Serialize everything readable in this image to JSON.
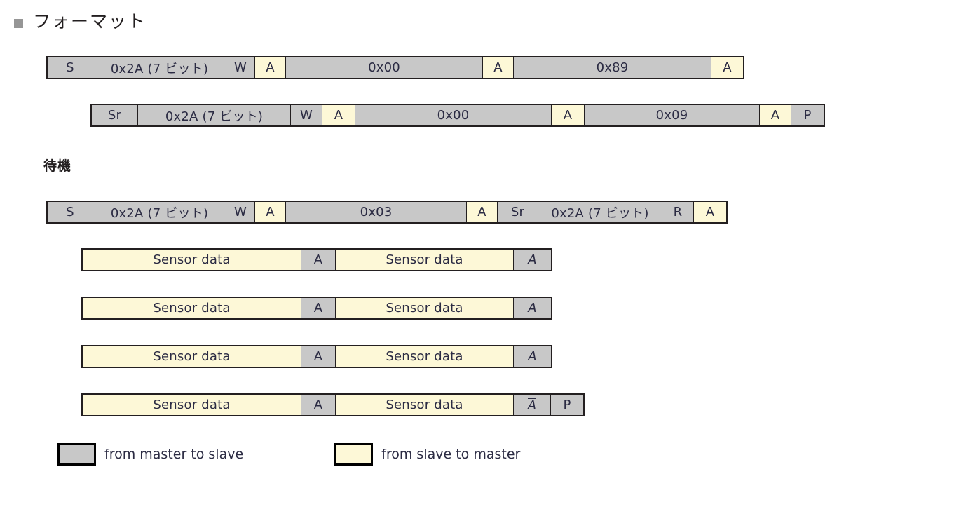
{
  "page": {
    "title": "フォーマット",
    "bullet_icon": "square-bullet-icon",
    "standby_label": "待機",
    "colors": {
      "master_fill": "#c8c8c8",
      "slave_fill": "#fdf8d7",
      "border": "#231f20",
      "text": "#2b2b43",
      "bullet": "#969696"
    }
  },
  "frames": [
    {
      "name": "frame-write-0x89",
      "cells": [
        {
          "label": "S",
          "source": "master"
        },
        {
          "label": "0x2A (7 ビット)",
          "source": "master"
        },
        {
          "label": "W",
          "source": "master"
        },
        {
          "label": "A",
          "source": "slave"
        },
        {
          "label": "0x00",
          "source": "master"
        },
        {
          "label": "A",
          "source": "slave"
        },
        {
          "label": "0x89",
          "source": "master"
        },
        {
          "label": "A",
          "source": "slave"
        }
      ]
    },
    {
      "name": "frame-write-0x09",
      "cells": [
        {
          "label": "Sr",
          "source": "master"
        },
        {
          "label": "0x2A (7 ビット)",
          "source": "master"
        },
        {
          "label": "W",
          "source": "master"
        },
        {
          "label": "A",
          "source": "slave"
        },
        {
          "label": "0x00",
          "source": "master"
        },
        {
          "label": "A",
          "source": "slave"
        },
        {
          "label": "0x09",
          "source": "master"
        },
        {
          "label": "A",
          "source": "slave"
        },
        {
          "label": "P",
          "source": "master"
        }
      ]
    },
    {
      "name": "frame-read-setup",
      "cells": [
        {
          "label": "S",
          "source": "master"
        },
        {
          "label": "0x2A (7 ビット)",
          "source": "master"
        },
        {
          "label": "W",
          "source": "master"
        },
        {
          "label": "A",
          "source": "slave"
        },
        {
          "label": "0x03",
          "source": "master"
        },
        {
          "label": "A",
          "source": "slave"
        },
        {
          "label": "Sr",
          "source": "master"
        },
        {
          "label": "0x2A (7 ビット)",
          "source": "master"
        },
        {
          "label": "R",
          "source": "master"
        },
        {
          "label": "A",
          "source": "slave"
        }
      ]
    },
    {
      "name": "frame-sensor-data-1",
      "cells": [
        {
          "label": "Sensor data",
          "source": "slave"
        },
        {
          "label": "A",
          "source": "master"
        },
        {
          "label": "Sensor data",
          "source": "slave"
        },
        {
          "label": "A",
          "source": "master",
          "style": "italic"
        }
      ]
    },
    {
      "name": "frame-sensor-data-2",
      "cells": [
        {
          "label": "Sensor data",
          "source": "slave"
        },
        {
          "label": "A",
          "source": "master"
        },
        {
          "label": "Sensor data",
          "source": "slave"
        },
        {
          "label": "A",
          "source": "master",
          "style": "italic"
        }
      ]
    },
    {
      "name": "frame-sensor-data-3",
      "cells": [
        {
          "label": "Sensor data",
          "source": "slave"
        },
        {
          "label": "A",
          "source": "master"
        },
        {
          "label": "Sensor data",
          "source": "slave"
        },
        {
          "label": "A",
          "source": "master",
          "style": "italic"
        }
      ]
    },
    {
      "name": "frame-sensor-data-4",
      "cells": [
        {
          "label": "Sensor data",
          "source": "slave"
        },
        {
          "label": "A",
          "source": "master"
        },
        {
          "label": "Sensor data",
          "source": "slave"
        },
        {
          "label": "A",
          "source": "master",
          "style": "italic-overline"
        },
        {
          "label": "P",
          "source": "master"
        }
      ]
    }
  ],
  "legend": {
    "master": {
      "swatch": "master",
      "label": "from master to slave"
    },
    "slave": {
      "swatch": "slave",
      "label": "from slave to master"
    }
  }
}
